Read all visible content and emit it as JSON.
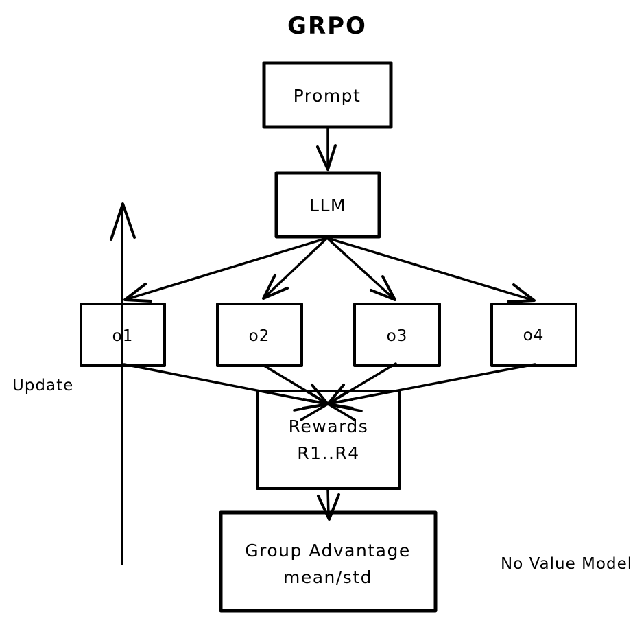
{
  "title": "GRPO",
  "nodes": {
    "prompt": "Prompt",
    "llm": "LLM",
    "o1": "o1",
    "o2": "o2",
    "o3": "o3",
    "o4": "o4",
    "rewards_line1": "Rewards",
    "rewards_line2": "R1..R4",
    "group_advantage_line1": "Group Advantage",
    "group_advantage_line2": "mean/std"
  },
  "annotations": {
    "update": "Update",
    "no_value_model": "No Value Model"
  },
  "edges": [
    {
      "from": "prompt",
      "to": "llm"
    },
    {
      "from": "llm",
      "to": "o1"
    },
    {
      "from": "llm",
      "to": "o2"
    },
    {
      "from": "llm",
      "to": "o3"
    },
    {
      "from": "llm",
      "to": "o4"
    },
    {
      "from": "o1",
      "to": "rewards"
    },
    {
      "from": "o2",
      "to": "rewards"
    },
    {
      "from": "o3",
      "to": "rewards"
    },
    {
      "from": "o4",
      "to": "rewards"
    },
    {
      "from": "rewards",
      "to": "group_advantage"
    },
    {
      "from": "group_advantage",
      "to": "llm",
      "label": "Update"
    }
  ],
  "colors": {
    "ink": "#000000",
    "background": "#ffffff"
  }
}
